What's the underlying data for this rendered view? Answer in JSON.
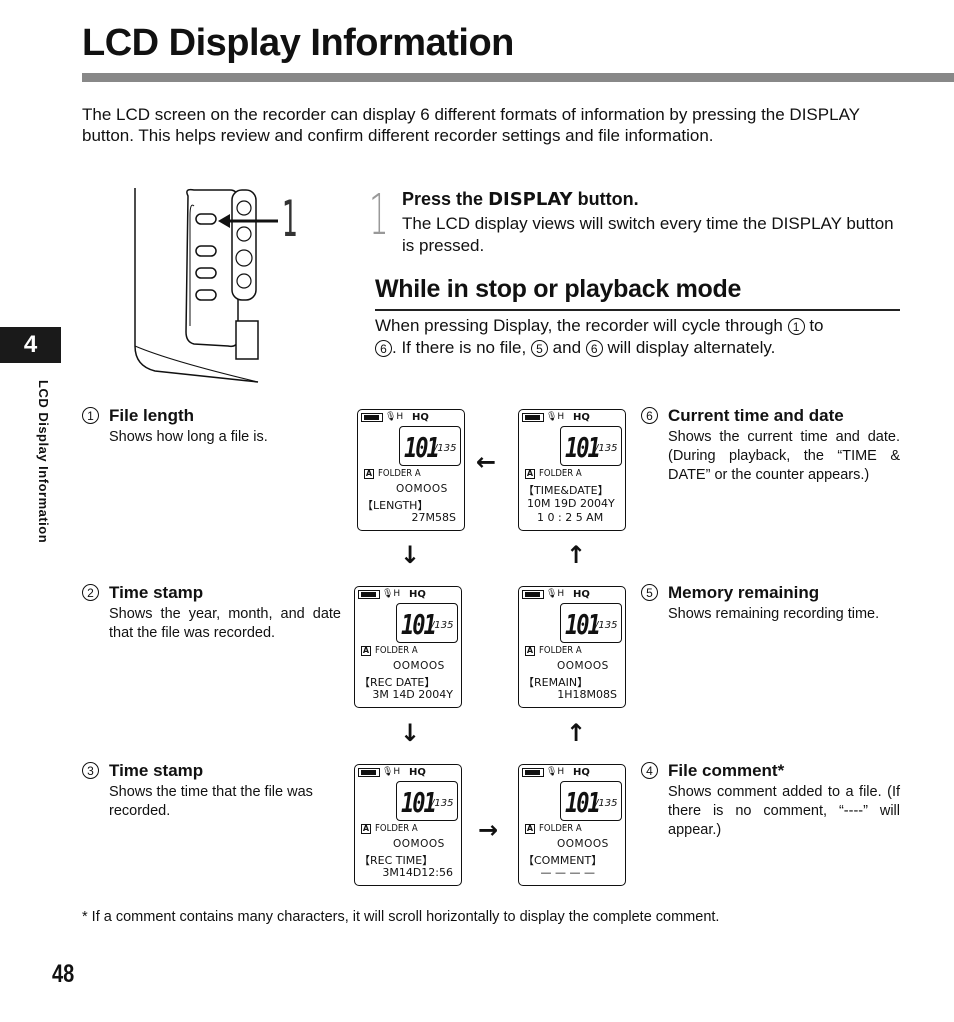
{
  "page": {
    "title": "LCD Display Information",
    "intro": "The LCD screen on the recorder can display 6 different formats of information by pressing the DISPLAY button. This helps review and confirm different recorder settings and file information.",
    "chapter_tab": "4",
    "side_label": "LCD Display Information",
    "page_number": "48"
  },
  "step": {
    "number": "1",
    "callout_number": "1",
    "head_prefix": "Press the",
    "head_key": "DISPLAY",
    "head_suffix": "button.",
    "body": "The LCD display views will switch every time the DISPLAY button is pressed."
  },
  "mode": {
    "heading": "While in stop or playback mode",
    "text_a": "When pressing Display, the recorder will cycle through",
    "c1": "1",
    "text_b": "to",
    "c6": "6",
    "text_c": ". If there is no file,",
    "c5": "5",
    "text_d": "and",
    "c6b": "6",
    "text_e": "will display alternately."
  },
  "items": [
    {
      "num": "1",
      "head": "File length",
      "desc": "Shows how long a file is."
    },
    {
      "num": "2",
      "head": "Time stamp",
      "desc": "Shows the year, month, and date that the file was recorded."
    },
    {
      "num": "3",
      "head": "Time stamp",
      "desc": "Shows the time that the file was recorded."
    },
    {
      "num": "4",
      "head": "File comment*",
      "desc": "Shows comment added to a file. (If there is no comment, “----” will appear.)"
    },
    {
      "num": "5",
      "head": "Memory remaining",
      "desc": "Shows remaining recording time."
    },
    {
      "num": "6",
      "head": "Current time and date",
      "desc": "Shows the current time and date. (During playback, the “TIME & DATE” or the counter appears.)"
    }
  ],
  "lcd_common": {
    "hq": "HQ",
    "mic": "🎙H",
    "segment": "101",
    "segment_sub": "/135",
    "folder_icon": "A",
    "folder": "FOLDER A",
    "file_name": "OOMOOS"
  },
  "lcds": [
    {
      "label": "【LENGTH】",
      "value": "27M58S"
    },
    {
      "label": "【REC DATE】",
      "value": "3M 14D 2004Y"
    },
    {
      "label": "【REC TIME】",
      "value": "3M14D12:56"
    },
    {
      "label": "【COMMENT】",
      "value": "— — — —"
    },
    {
      "label": "【REMAIN】",
      "value": "1H18M08S"
    },
    {
      "label": "【TIME&DATE】",
      "value": "10M 19D 2004Y",
      "value2": "1 0 : 2 5 AM"
    }
  ],
  "arrows": {
    "left": "←",
    "right": "→",
    "up": "↑",
    "down": "↓"
  },
  "footnote": "*  If a comment contains many characters, it will scroll horizontally to display the complete comment."
}
